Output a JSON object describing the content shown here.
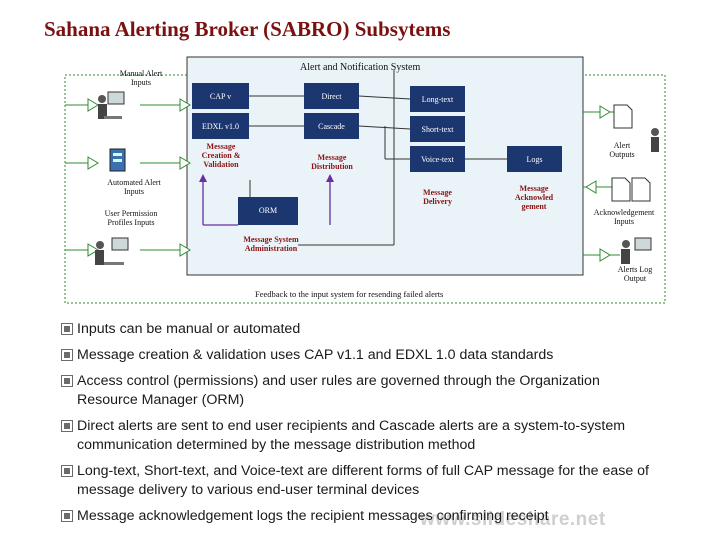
{
  "title": "Sahana Alerting Broker (SABRO) Subsytems",
  "diagram": {
    "system_title": "Alert and Notification System",
    "boxes": {
      "cap": "CAP v",
      "edxl": "EDXL v1.0",
      "creation": "Message Creation & Validation",
      "direct": "Direct",
      "cascade": "Cascade",
      "distribution": "Message Distribution",
      "long_text": "Long-text",
      "short_text": "Short-text",
      "voice_text": "Voice-text",
      "delivery": "Message Delivery",
      "logs": "Logs",
      "acknowledgement": "Message Acknowled gement",
      "orm": "ORM",
      "administration": "Message System Administration"
    },
    "outside": {
      "manual_inputs": "Manual Alert Inputs",
      "automated_inputs": "Automated Alert Inputs",
      "permission_inputs": "User Permission Profiles Inputs",
      "alert_outputs": "Alert Outputs",
      "ack_inputs": "Acknowledgement Inputs",
      "log_outputs": "Alerts Log Output"
    },
    "feedback": "Feedback to the input system for resending failed alerts"
  },
  "bullets": [
    "Inputs can be manual or automated",
    "Message creation & validation uses CAP v1.1 and EDXL 1.0 data standards",
    "Access control (permissions) and user rules are governed through the Organization Resource Manager (ORM)",
    "Direct alerts are sent to end user recipients and Cascade alerts are a system-to-system communication determined by the message distribution method",
    "Long-text, Short-text, and Voice-text are different forms of full CAP message for the ease of message delivery to various end-user terminal devices",
    "Message acknowledgement logs the recipient messages confirming receipt"
  ],
  "watermark": "www.slideshare.net",
  "colors": {
    "title": "#7a1010",
    "system_bg": "#eaf3f8",
    "box_fill": "#1c3770",
    "box_text": "#ffffff",
    "label_red": "#8a1212",
    "connector_green": "#2e8b2e",
    "arrow_purple": "#6a2ea0"
  }
}
